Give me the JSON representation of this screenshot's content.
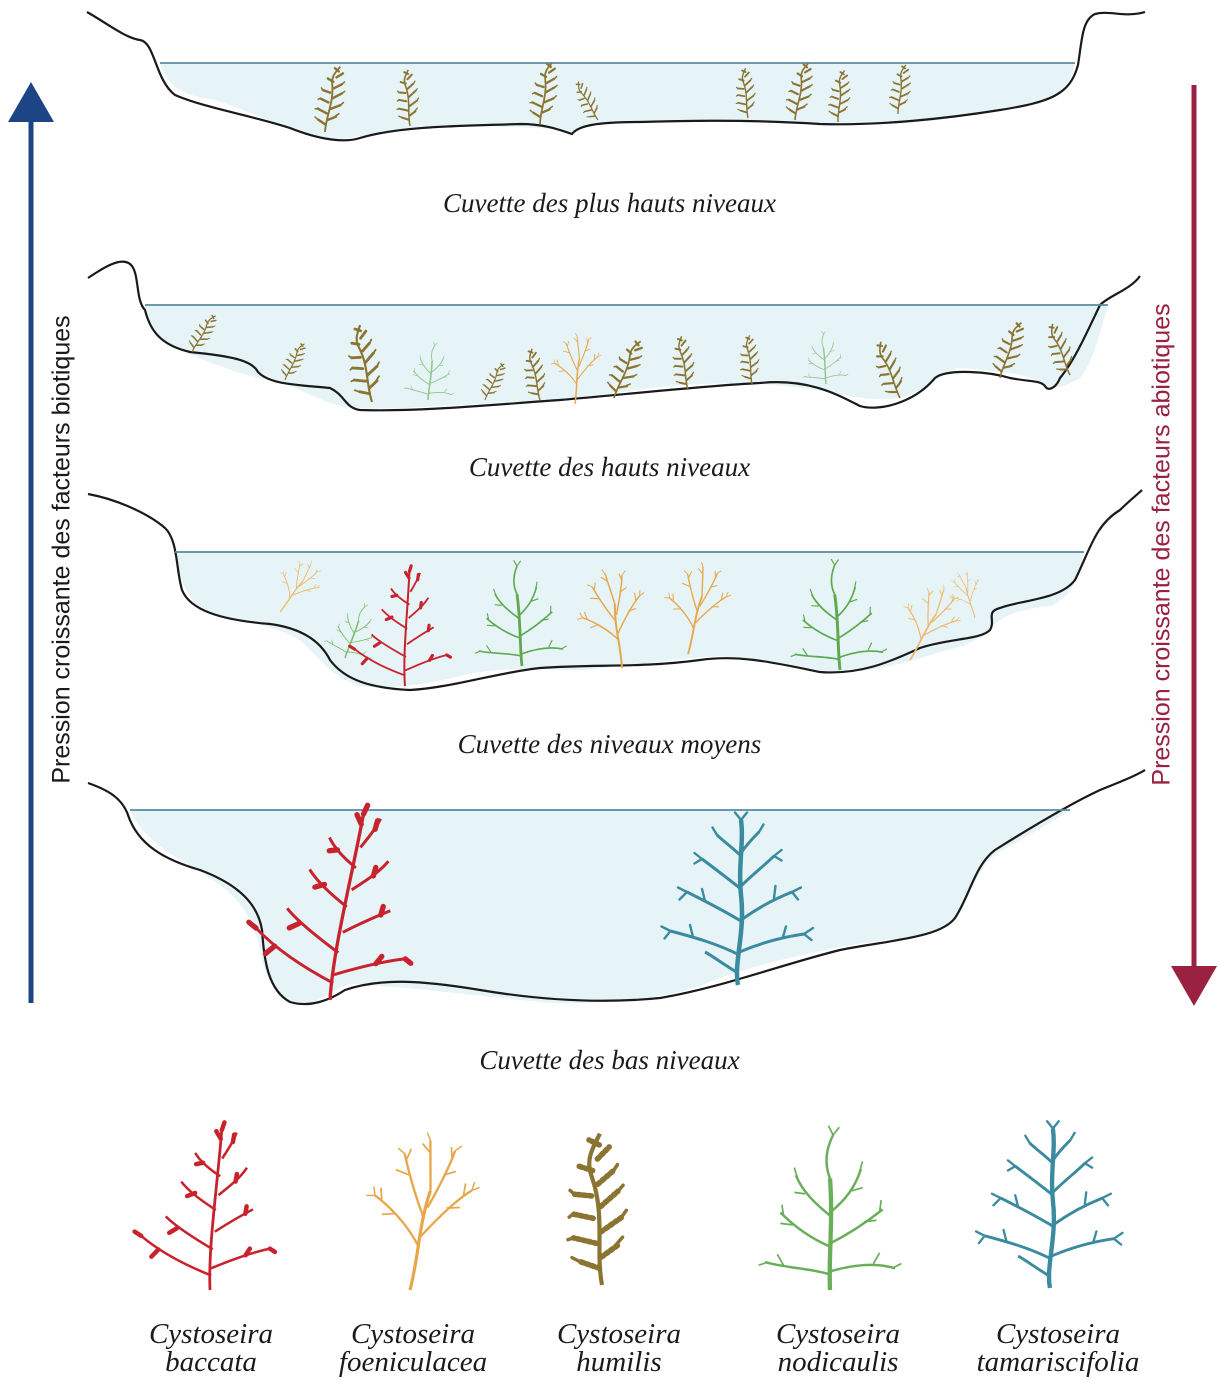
{
  "colors": {
    "water": "#e6f3f7",
    "water_line": "#5a8aa0",
    "rock": "#1a1a1a",
    "arrow_left": "#1c4585",
    "arrow_right": "#98223f",
    "baccata": "#c8222c",
    "foeniculacea": "#e8a64a",
    "humilis": "#8b7432",
    "nodicaulis": "#6aae5a",
    "tamariscifolia": "#3a8ba0"
  },
  "left_axis": {
    "label": "Pression croissante des facteurs biotiques",
    "direction": "up"
  },
  "right_axis": {
    "label": "Pression croissante des facteurs abiotiques",
    "direction": "down"
  },
  "pools": [
    {
      "label": "Cuvette des plus hauts niveaux",
      "algae": [
        "humilis",
        "humilis",
        "humilis",
        "humilis",
        "humilis",
        "humilis",
        "humilis",
        "humilis"
      ]
    },
    {
      "label": "Cuvette des hauts niveaux",
      "algae": [
        "humilis",
        "humilis",
        "humilis",
        "nodicaulis",
        "humilis",
        "humilis",
        "foeniculacea",
        "humilis",
        "humilis",
        "humilis",
        "nodicaulis",
        "humilis",
        "humilis",
        "humilis"
      ]
    },
    {
      "label": "Cuvette des niveaux moyens",
      "algae": [
        "foeniculacea",
        "nodicaulis",
        "baccata",
        "nodicaulis",
        "foeniculacea",
        "foeniculacea",
        "nodicaulis",
        "foeniculacea",
        "foeniculacea"
      ]
    },
    {
      "label": "Cuvette des bas niveaux",
      "algae": [
        "baccata",
        "tamariscifolia"
      ]
    }
  ],
  "legend": [
    {
      "genus": "Cystoseira",
      "species": "baccata",
      "key": "baccata"
    },
    {
      "genus": "Cystoseira",
      "species": "foeniculacea",
      "key": "foeniculacea"
    },
    {
      "genus": "Cystoseira",
      "species": "humilis",
      "key": "humilis"
    },
    {
      "genus": "Cystoseira",
      "species": "nodicaulis",
      "key": "nodicaulis"
    },
    {
      "genus": "Cystoseira",
      "species": "tamariscifolia",
      "key": "tamariscifolia"
    }
  ]
}
